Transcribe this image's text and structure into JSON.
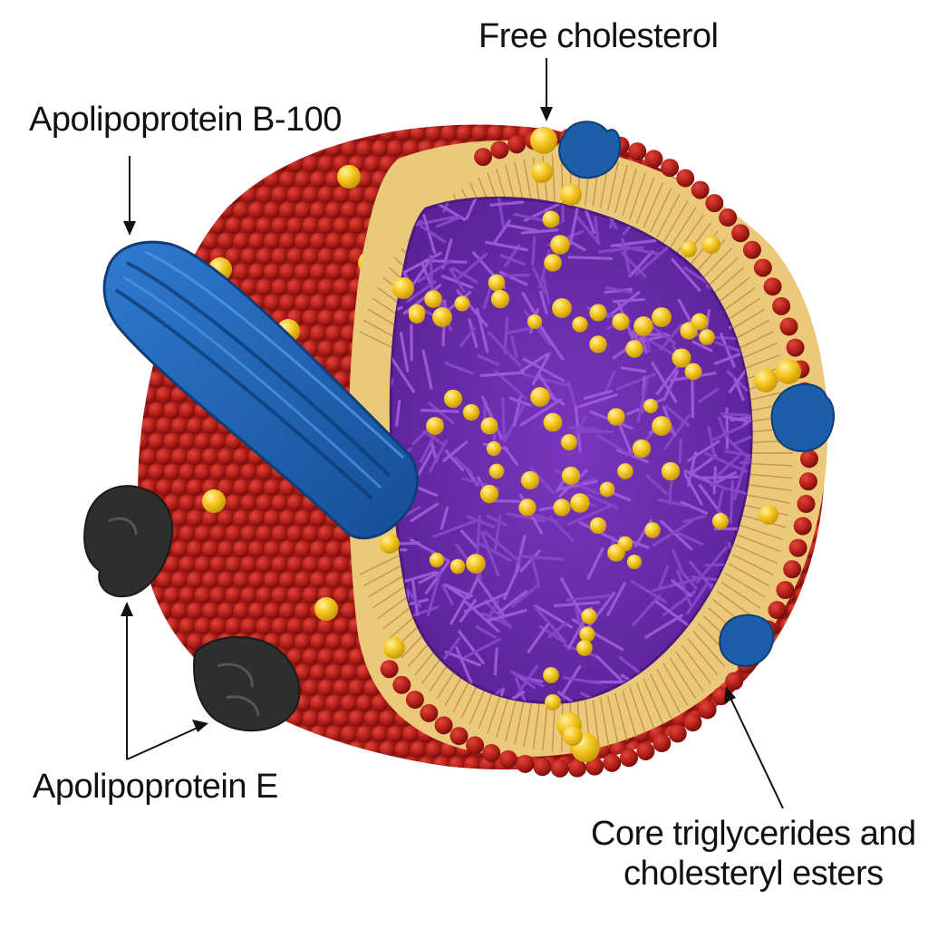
{
  "labels": {
    "free_cholesterol": "Free cholesterol",
    "apolipoprotein_b100": "Apolipoprotein B-100",
    "apolipoprotein_e": "Apolipoprotein E",
    "core_line1": "Core triglycerides and",
    "core_line2": "cholesteryl esters"
  },
  "colors": {
    "phospholipid_head": "#b5201a",
    "phospholipid_shadow": "#7a0f0c",
    "lipid_tail_layer": "#ecc97a",
    "free_cholesterol": "#f3c41a",
    "core": "#6f2fb0",
    "core_strands": "#9b57d8",
    "apolipoprotein_b100": "#1f66b8",
    "apolipoprotein_e": "#2e2e2e",
    "blue_protein": "#1d5ea8"
  },
  "icons": {
    "apob": "apolipoprotein-b100-icon",
    "apoe": "apolipoprotein-e-icon",
    "cholesterol": "cholesterol-molecule-icon"
  }
}
